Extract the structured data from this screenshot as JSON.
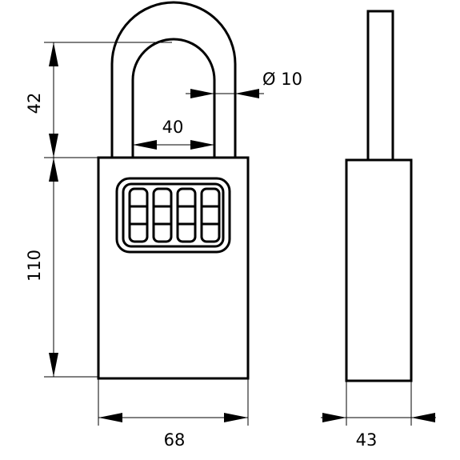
{
  "diagram": {
    "subject": "padlock-key-safe",
    "units": "mm",
    "colors": {
      "line": "#000000",
      "background": "#ffffff"
    },
    "dimensions": {
      "shackle_height": "42",
      "body_height": "110",
      "shackle_inner_width": "40",
      "shackle_diameter": "Ø 10",
      "body_width": "68",
      "depth": "43"
    },
    "keypad": {
      "columns": 4,
      "rows": 3
    }
  }
}
